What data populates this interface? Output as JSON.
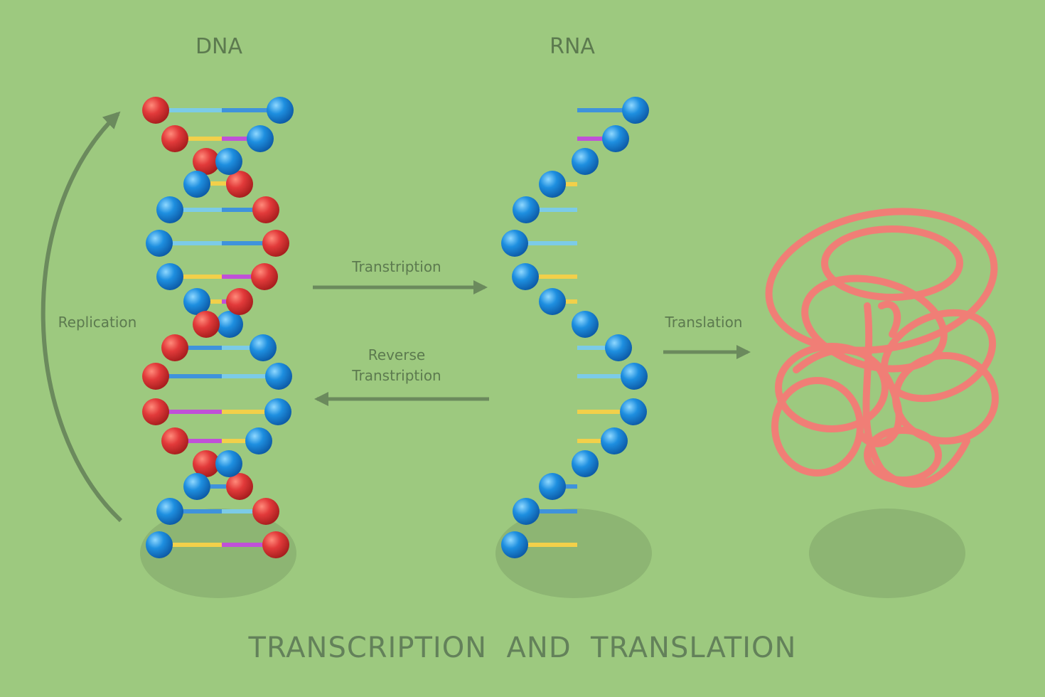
{
  "diagram": {
    "dna_title": "DNA",
    "rna_title": "RNA",
    "transcription_label": "Transtription",
    "reverse_transcription_label": "Reverse\nTranstription",
    "translation_label": "Translation",
    "replication_label": "Replication",
    "main_title": "TRANSCRIPTION  AND  TRANSLATION"
  },
  "colors": {
    "background": "#9dc97f",
    "label_text": "#5c7a4f",
    "arrow": "#6b8a5d",
    "shadow": "#8db573",
    "phosphate_red": "#e23a3a",
    "base_blue": "#1e8fe0",
    "rung_light_blue": "#7ccbe8",
    "rung_blue": "#3f93dc",
    "rung_yellow": "#f2d04a",
    "rung_purple": "#c050d8",
    "protein": "#f07e76"
  },
  "icons": {
    "dna_helix": "dna-double-helix-icon",
    "rna_strand": "rna-single-strand-icon",
    "protein": "folded-protein-icon",
    "arrow": "arrow-right-icon"
  }
}
